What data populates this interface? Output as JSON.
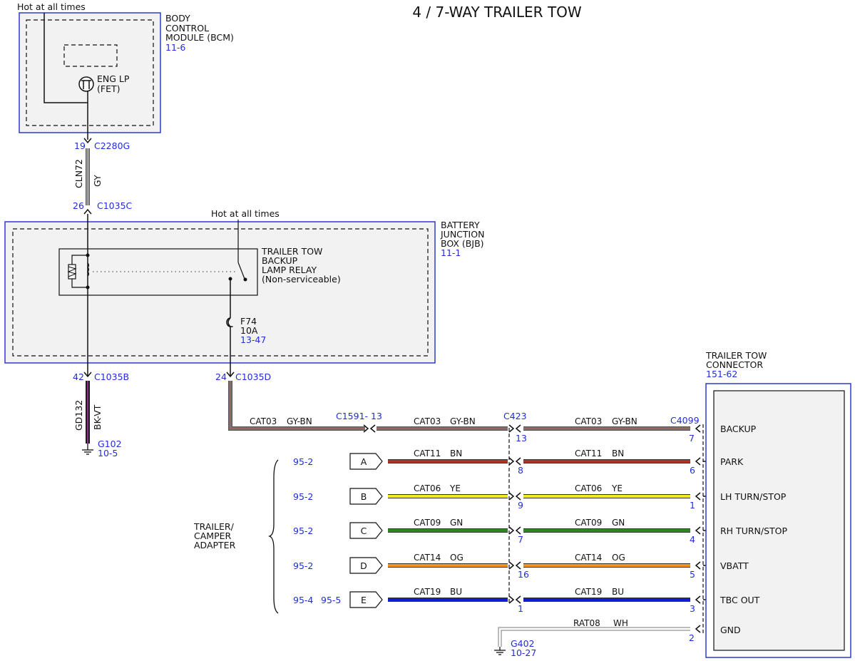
{
  "title": "4 / 7-WAY TRAILER TOW",
  "bcm": {
    "hot_label": "Hot at all times",
    "name_lines": [
      "BODY",
      "CONTROL",
      "MODULE (BCM)"
    ],
    "ref": "11-6",
    "component_lines": [
      "ENG LP",
      "(FET)"
    ],
    "pin": "19",
    "connector": "C2280G"
  },
  "cln72": {
    "circuit": "CLN72",
    "color": "GY",
    "color_hex": "#8c8c8c"
  },
  "bjb": {
    "hot_label": "Hot at all times",
    "name_lines": [
      "BATTERY",
      "JUNCTION",
      "BOX (BJB)"
    ],
    "ref": "11-1",
    "top_pin": "26",
    "top_connector": "C1035C",
    "relay_lines": [
      "TRAILER TOW",
      "BACKUP",
      "LAMP RELAY",
      "(Non-serviceable)"
    ],
    "fuse_lines": [
      "F74",
      "10A"
    ],
    "fuse_ref": "13-47",
    "pin_b": "42",
    "conn_b": "C1035B",
    "pin_d": "24",
    "conn_d": "C1035D"
  },
  "gd132": {
    "circuit": "GD132",
    "color": "BK-VT",
    "ground": "G102",
    "ground_ref": "10-5"
  },
  "backup_run": {
    "seg1_circuit": "CAT03",
    "seg1_color": "GY-BN",
    "inline": "C1591- 13",
    "seg2_circuit": "CAT03",
    "seg2_color": "GY-BN",
    "c423": "C423",
    "c423_pin": "13",
    "seg3_circuit": "CAT03",
    "seg3_color": "GY-BN",
    "c4099": "C4099",
    "c4099_pin": "7"
  },
  "adapter": {
    "label_lines": [
      "TRAILER/",
      "CAMPER",
      "ADAPTER"
    ]
  },
  "connector": {
    "name_lines": [
      "TRAILER TOW",
      "CONNECTOR"
    ],
    "ref": "151-62",
    "pins": [
      "BACKUP",
      "PARK",
      "LH TURN/STOP",
      "RH TURN/STOP",
      "VBATT",
      "TBC OUT",
      "GND"
    ]
  },
  "rows": [
    {
      "ref1": "95-2",
      "ref2": "",
      "letter": "A",
      "circuit": "CAT11",
      "color": "BN",
      "mid_pin": "8",
      "end_pin": "6",
      "hex": "#b5302a"
    },
    {
      "ref1": "95-2",
      "ref2": "",
      "letter": "B",
      "circuit": "CAT06",
      "color": "YE",
      "mid_pin": "9",
      "end_pin": "1",
      "hex": "#f2ea1c"
    },
    {
      "ref1": "95-2",
      "ref2": "",
      "letter": "C",
      "circuit": "CAT09",
      "color": "GN",
      "mid_pin": "7",
      "end_pin": "4",
      "hex": "#2e8a1e"
    },
    {
      "ref1": "95-2",
      "ref2": "",
      "letter": "D",
      "circuit": "CAT14",
      "color": "OG",
      "mid_pin": "16",
      "end_pin": "5",
      "hex": "#f0951e"
    },
    {
      "ref1": "95-4",
      "ref2": "95-5",
      "letter": "E",
      "circuit": "CAT19",
      "color": "BU",
      "mid_pin": "1",
      "end_pin": "3",
      "hex": "#0b1fd6"
    }
  ],
  "gnd_wire": {
    "circuit": "RAT08",
    "color": "WH",
    "pin": "2",
    "ground": "G402",
    "ground_ref": "10-27"
  }
}
